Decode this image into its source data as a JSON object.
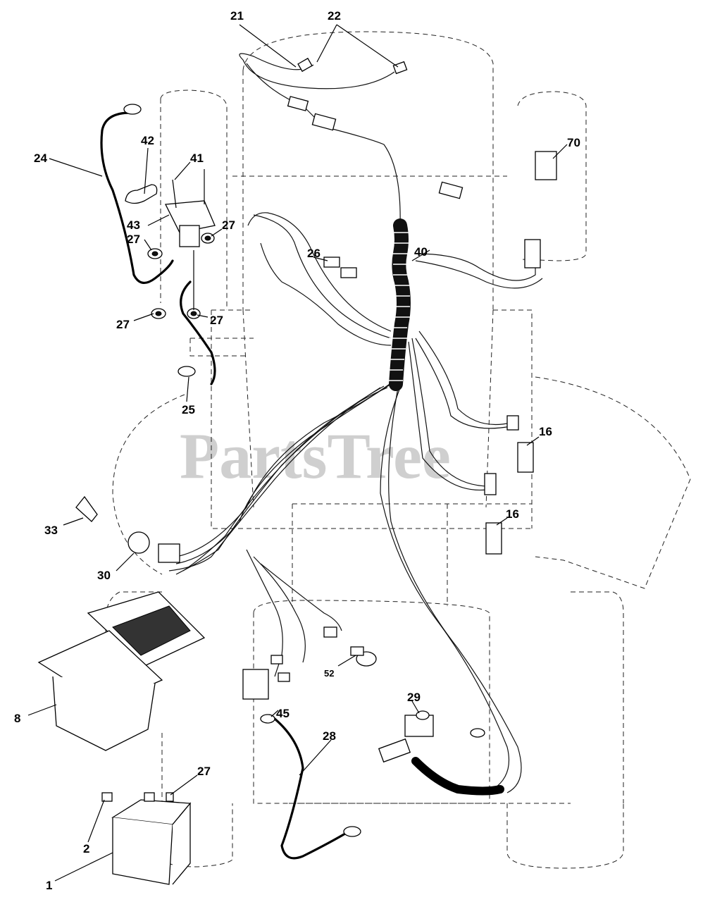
{
  "watermark": "PartsTree",
  "callouts": {
    "c1": "1",
    "c2": "2",
    "c8": "8",
    "c16a": "16",
    "c16b": "16",
    "c21": "21",
    "c22": "22",
    "c24": "24",
    "c25": "25",
    "c26": "26",
    "c27a": "27",
    "c27b": "27",
    "c27c": "27",
    "c27d": "27",
    "c27e": "27",
    "c28": "28",
    "c29": "29",
    "c30": "30",
    "c33": "33",
    "c40": "40",
    "c41": "41",
    "c42": "42",
    "c43": "43",
    "c45": "45",
    "c52": "52",
    "c70": "70"
  }
}
